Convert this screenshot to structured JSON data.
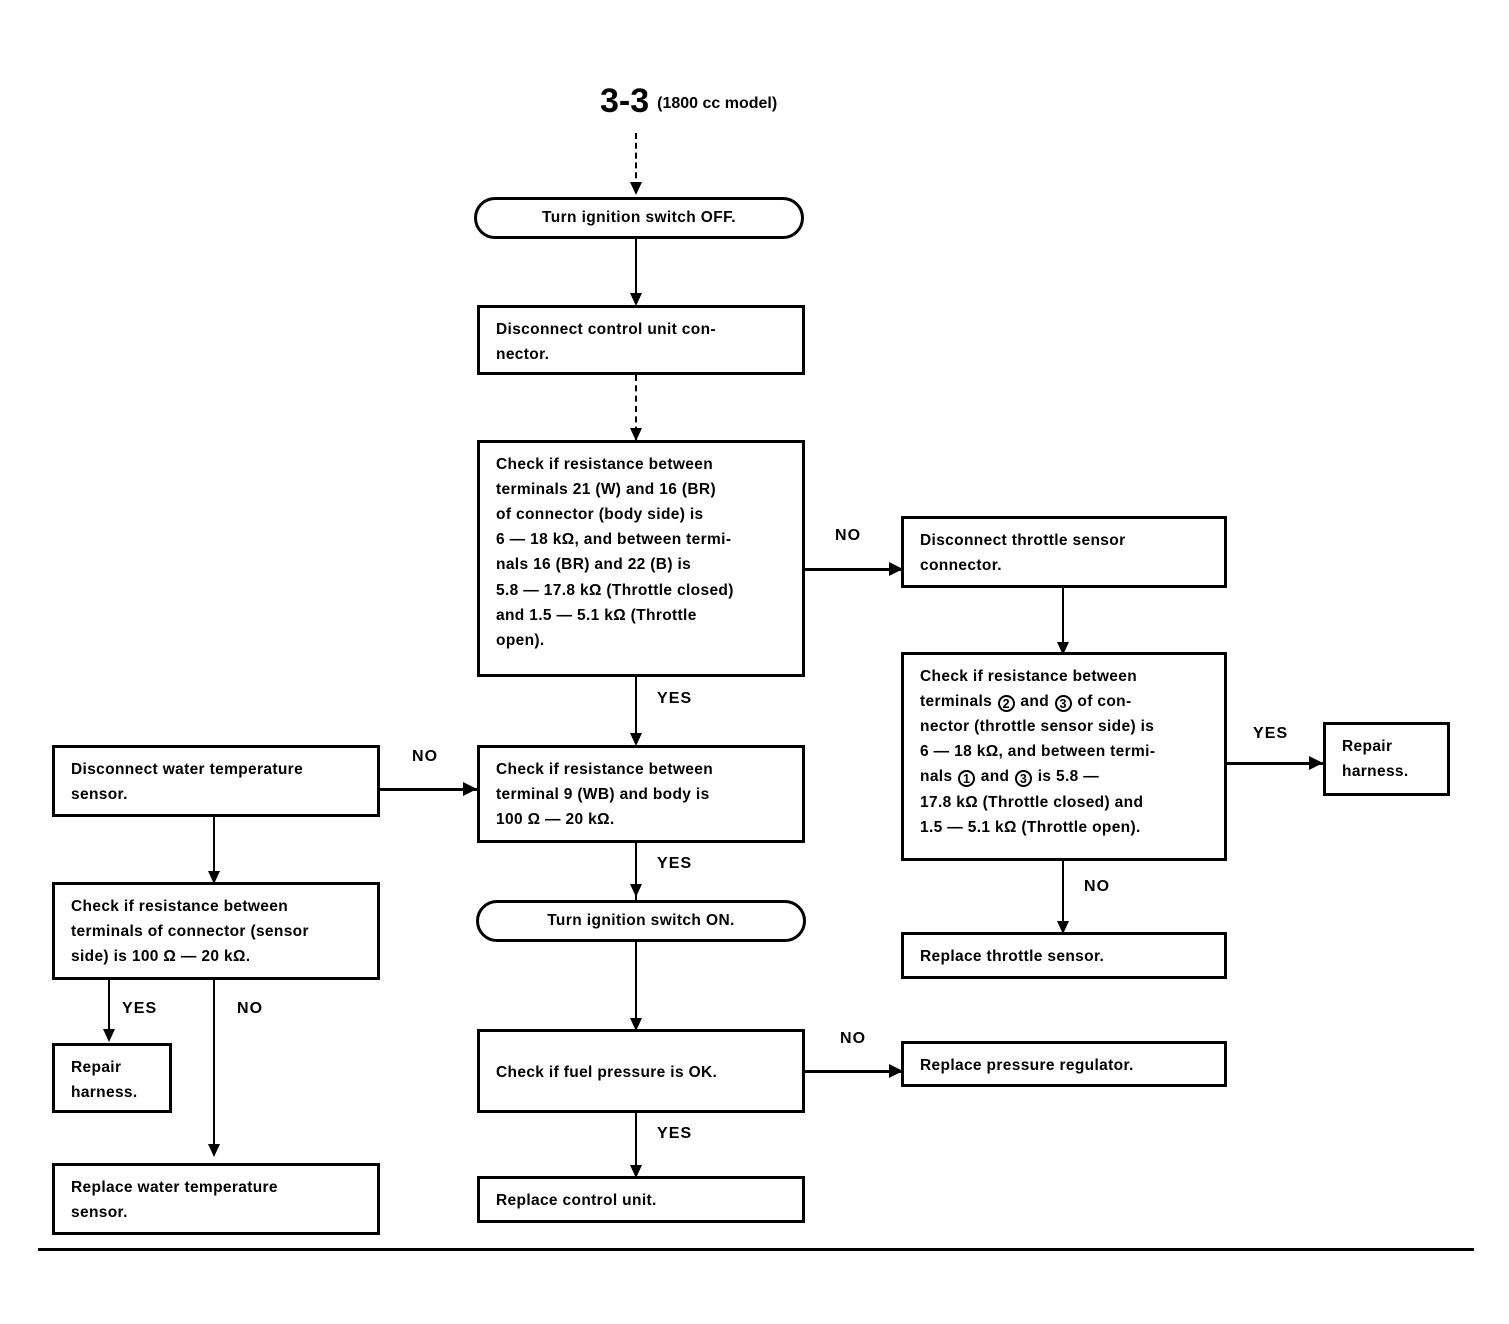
{
  "page": {
    "title_number": "3-3",
    "title_subtitle": "(1800 cc model)",
    "bottom_rule": true
  },
  "labels": {
    "yes": "YES",
    "no": "NO"
  },
  "nodes": {
    "ignition_off": "Turn ignition switch OFF.",
    "disconnect_control_unit": "Disconnect control unit con-nector.",
    "check_main": "Check if resistance between terminals 21 (W) and 16 (BR) of connector (body side) is 6 — 18 kΩ, and between terminals 16 (BR) and 22 (B) is 5.8 — 17.8 kΩ (Throttle closed) and 1.5 — 5.1 kΩ (Throttle open).",
    "disconnect_throttle": "Disconnect throttle sensor connector.",
    "check_throttle": "Check if resistance between terminals ② and ③ of connector (throttle sensor side) is 6 — 18 kΩ, and between terminals ① and ③ is 5.8 — 17.8 kΩ (Throttle closed) and 1.5 — 5.1 kΩ (Throttle open).",
    "repair_harness_right": "Repair harness.",
    "replace_throttle_sensor": "Replace throttle sensor.",
    "disconnect_water_temp": "Disconnect water temperature sensor.",
    "check_terminal9": "Check if resistance between terminal 9 (WB) and body is 100 Ω — 20 kΩ.",
    "check_water_temp": "Check if resistance between terminals of connector (sensor side) is 100 Ω — 20 kΩ.",
    "repair_harness_left": "Repair harness.",
    "replace_water_temp_sensor": "Replace water temperature sensor.",
    "ignition_on": "Turn ignition switch ON.",
    "check_fuel_pressure": "Check if fuel pressure is OK.",
    "replace_pressure_regulator": "Replace pressure regulator.",
    "replace_control_unit": "Replace control unit."
  },
  "check_main_lines": [
    "Check if resistance between",
    "terminals 21 (W) and 16 (BR)",
    "of connector (body side) is",
    "6 — 18 kΩ, and between termi-",
    "nals 16 (BR) and 22 (B) is",
    "5.8 — 17.8 kΩ (Throttle closed)",
    "and 1.5 — 5.1 kΩ (Throttle",
    "open)."
  ],
  "check_throttle_lines": {
    "l1": "Check if resistance between",
    "l2a": "terminals",
    "l2_num1": "2",
    "l2b": "and",
    "l2_num2": "3",
    "l2c": "of con-",
    "l3": "nector (throttle sensor side) is",
    "l4": "6 — 18 kΩ, and between termi-",
    "l5a": "nals",
    "l5_num1": "1",
    "l5b": "and",
    "l5_num2": "3",
    "l5c": "is 5.8 —",
    "l6": "17.8 kΩ (Throttle closed) and",
    "l7": "1.5 — 5.1 kΩ (Throttle open)."
  },
  "check_terminal9_lines": [
    "Check if resistance between",
    "terminal 9 (WB) and body is",
    "100 Ω — 20 kΩ."
  ],
  "check_water_temp_lines": [
    "Check if resistance between",
    "terminals of connector (sensor",
    "side) is 100 Ω — 20 kΩ."
  ],
  "disconnect_control_unit_lines": [
    "Disconnect control unit con-",
    "nector."
  ],
  "disconnect_throttle_lines": [
    "Disconnect throttle sensor",
    "connector."
  ],
  "disconnect_water_temp_lines": [
    "Disconnect water temperature",
    "sensor."
  ],
  "repair_harness_lines": [
    "Repair",
    "harness."
  ],
  "replace_water_temp_lines": [
    "Replace water temperature",
    "sensor."
  ],
  "edge_labels": {
    "main_no": "NO",
    "main_yes": "YES",
    "throttle_yes": "YES",
    "throttle_no": "NO",
    "water_no": "NO",
    "terminal9_yes": "YES",
    "wtemp_yes": "YES",
    "wtemp_no": "NO",
    "fuel_no": "NO",
    "fuel_yes": "YES"
  },
  "colors": {
    "ink": "#000000",
    "paper": "#ffffff"
  }
}
